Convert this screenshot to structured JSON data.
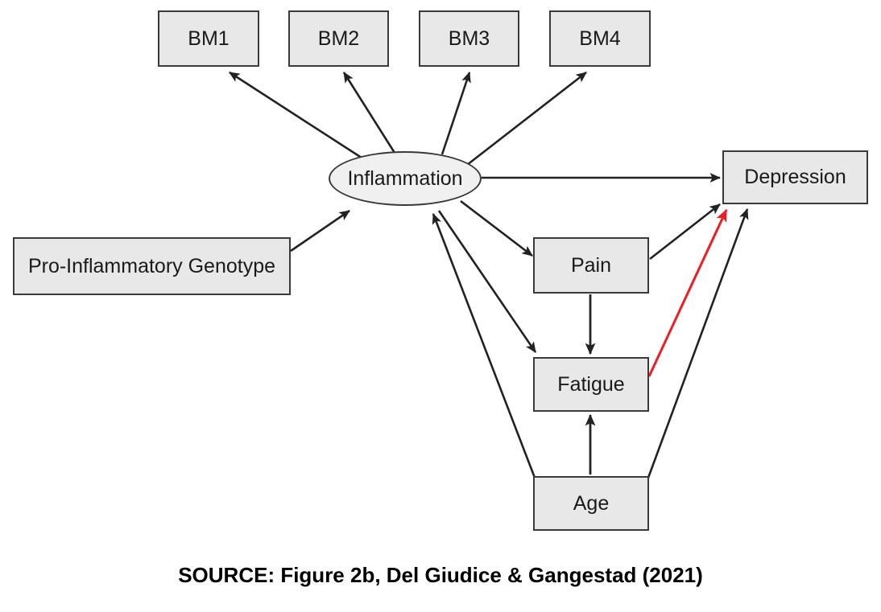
{
  "figure": {
    "caption": "SOURCE: Figure 2b, Del Giudice & Gangestad (2021)",
    "background_color": "#ffffff",
    "node_fill_color": "#e8e8e8",
    "node_border_color": "#3a3a3a",
    "edge_color": "#222222",
    "highlight_edge_color": "#ee1c25"
  },
  "nodes": {
    "bm1": {
      "label": "BM1",
      "shape": "rectangle"
    },
    "bm2": {
      "label": "BM2",
      "shape": "rectangle"
    },
    "bm3": {
      "label": "BM3",
      "shape": "rectangle"
    },
    "bm4": {
      "label": "BM4",
      "shape": "rectangle"
    },
    "inflammation": {
      "label": "Inflammation",
      "shape": "ellipse"
    },
    "genotype": {
      "label": "Pro-Inflammatory Genotype",
      "shape": "rectangle"
    },
    "depression": {
      "label": "Depression",
      "shape": "rectangle"
    },
    "pain": {
      "label": "Pain",
      "shape": "rectangle"
    },
    "fatigue": {
      "label": "Fatigue",
      "shape": "rectangle"
    },
    "age": {
      "label": "Age",
      "shape": "rectangle"
    }
  },
  "edges": [
    {
      "id": "inflammation-to-bm1",
      "from": "inflammation",
      "to": "bm1",
      "color": "#222222"
    },
    {
      "id": "inflammation-to-bm2",
      "from": "inflammation",
      "to": "bm2",
      "color": "#222222"
    },
    {
      "id": "inflammation-to-bm3",
      "from": "inflammation",
      "to": "bm3",
      "color": "#222222"
    },
    {
      "id": "inflammation-to-bm4",
      "from": "inflammation",
      "to": "bm4",
      "color": "#222222"
    },
    {
      "id": "genotype-to-inflammation",
      "from": "genotype",
      "to": "inflammation",
      "color": "#222222"
    },
    {
      "id": "inflammation-to-depression",
      "from": "inflammation",
      "to": "depression",
      "color": "#222222"
    },
    {
      "id": "inflammation-to-pain",
      "from": "inflammation",
      "to": "pain",
      "color": "#222222"
    },
    {
      "id": "inflammation-to-fatigue",
      "from": "inflammation",
      "to": "fatigue",
      "color": "#222222"
    },
    {
      "id": "pain-to-depression",
      "from": "pain",
      "to": "depression",
      "color": "#222222"
    },
    {
      "id": "pain-to-fatigue",
      "from": "pain",
      "to": "fatigue",
      "color": "#222222"
    },
    {
      "id": "fatigue-to-depression",
      "from": "fatigue",
      "to": "depression",
      "color": "#ee1c25"
    },
    {
      "id": "age-to-fatigue",
      "from": "age",
      "to": "fatigue",
      "color": "#222222"
    },
    {
      "id": "age-to-inflammation",
      "from": "age",
      "to": "inflammation",
      "color": "#222222"
    },
    {
      "id": "age-to-depression",
      "from": "age",
      "to": "depression",
      "color": "#222222"
    }
  ]
}
